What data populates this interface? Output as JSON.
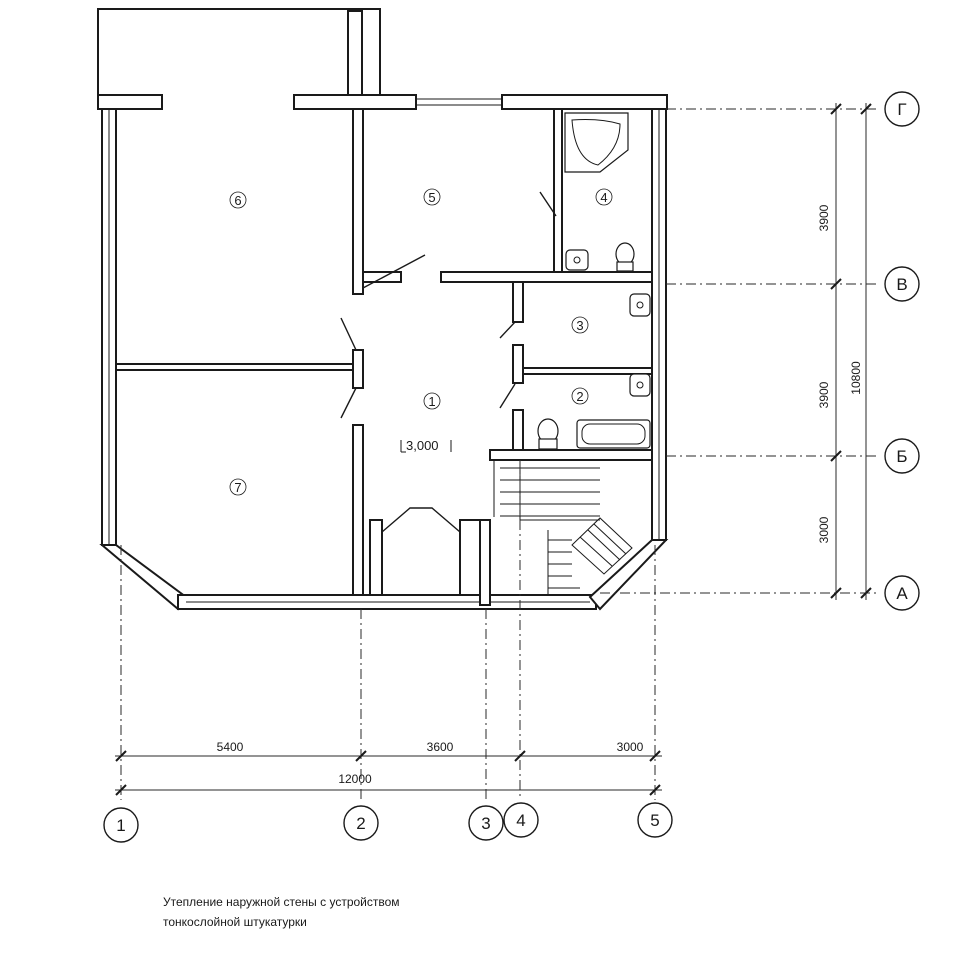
{
  "rooms": [
    {
      "id": "6",
      "label": "6"
    },
    {
      "id": "5",
      "label": "5"
    },
    {
      "id": "4",
      "label": "4"
    },
    {
      "id": "3",
      "label": "3"
    },
    {
      "id": "2",
      "label": "2"
    },
    {
      "id": "1",
      "label": "1"
    },
    {
      "id": "7",
      "label": "7"
    }
  ],
  "elevation_mark": "3,000",
  "axes_vertical": [
    "1",
    "2",
    "3",
    "4",
    "5"
  ],
  "axes_horizontal": [
    "Г",
    "В",
    "Б",
    "А"
  ],
  "dimensions": {
    "bottom_row": [
      "5400",
      "3600",
      "3000"
    ],
    "bottom_total": "12000",
    "right_row": [
      "3900",
      "3900",
      "3000"
    ],
    "right_total": "10800"
  },
  "note": {
    "line1": "Утепление наружной стены с устройством",
    "line2": "тонкослойной штукатурки"
  }
}
